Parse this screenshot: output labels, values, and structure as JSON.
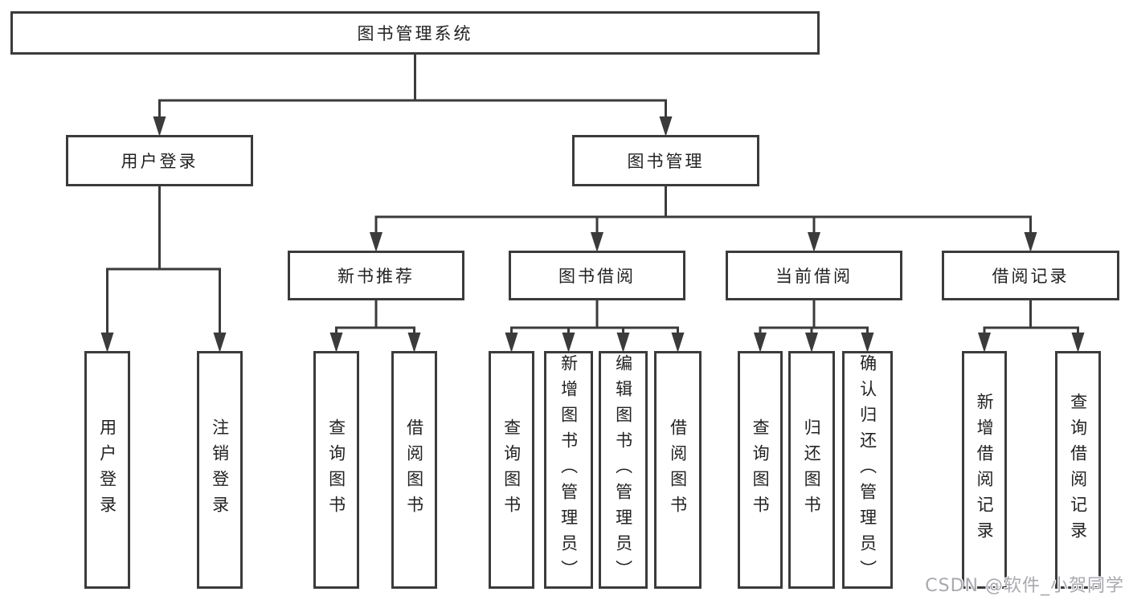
{
  "colors": {
    "line": "#3b3b3b",
    "text": "#222222",
    "box_background": "#ffffff",
    "page_background": "#ffffff"
  },
  "watermark": {
    "text": "CSDN @软件_小贺同学",
    "color": "#a8a8b0"
  },
  "tree": {
    "root": {
      "label": "图书管理系统"
    },
    "children": [
      {
        "label": "用户登录",
        "children": [
          {
            "label": "用户登录"
          },
          {
            "label": "注销登录"
          }
        ]
      },
      {
        "label": "图书管理",
        "children": [
          {
            "label": "新书推荐",
            "children": [
              {
                "label": "查询图书"
              },
              {
                "label": "借阅图书"
              }
            ]
          },
          {
            "label": "图书借阅",
            "children": [
              {
                "label": "查询图书"
              },
              {
                "label": "新增图书（管理员）"
              },
              {
                "label": "编辑图书（管理员）"
              },
              {
                "label": "借阅图书"
              }
            ]
          },
          {
            "label": "当前借阅",
            "children": [
              {
                "label": "查询图书"
              },
              {
                "label": "归还图书"
              },
              {
                "label": "确认归还（管理员）"
              }
            ]
          },
          {
            "label": "借阅记录",
            "children": [
              {
                "label": "新增借阅记录"
              },
              {
                "label": "查询借阅记录"
              }
            ]
          }
        ]
      }
    ]
  }
}
